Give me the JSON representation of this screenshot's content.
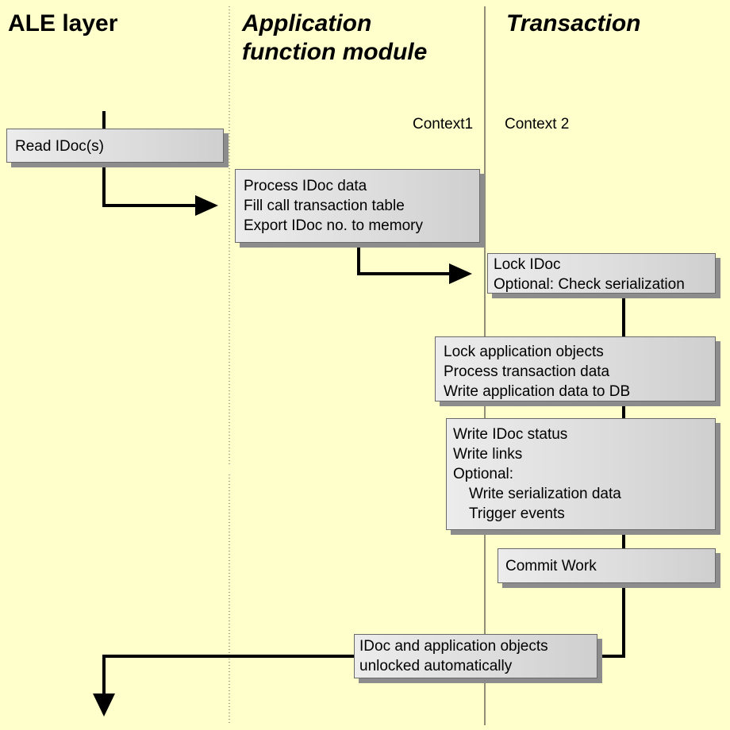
{
  "columns": {
    "ale": "ALE layer",
    "app_line1": "Application",
    "app_line2": "function module",
    "transaction": "Transaction"
  },
  "contexts": {
    "context1": "Context1",
    "context2": "Context 2"
  },
  "boxes": {
    "read_idoc": [
      "Read IDoc(s)"
    ],
    "process_idoc": [
      "Process IDoc data",
      "Fill call transaction table",
      "Export IDoc no. to memory"
    ],
    "lock_idoc": [
      "Lock IDoc",
      "Optional: Check serialization"
    ],
    "lock_app": [
      "Lock application objects",
      "Process transaction data",
      "Write application data to DB"
    ],
    "write_status": [
      "Write IDoc status",
      "Write links",
      "Optional:",
      "Write serialization data",
      "Trigger events"
    ],
    "commit": [
      "Commit Work"
    ],
    "unlocked": [
      "IDoc and application objects",
      "unlocked automatically"
    ]
  }
}
